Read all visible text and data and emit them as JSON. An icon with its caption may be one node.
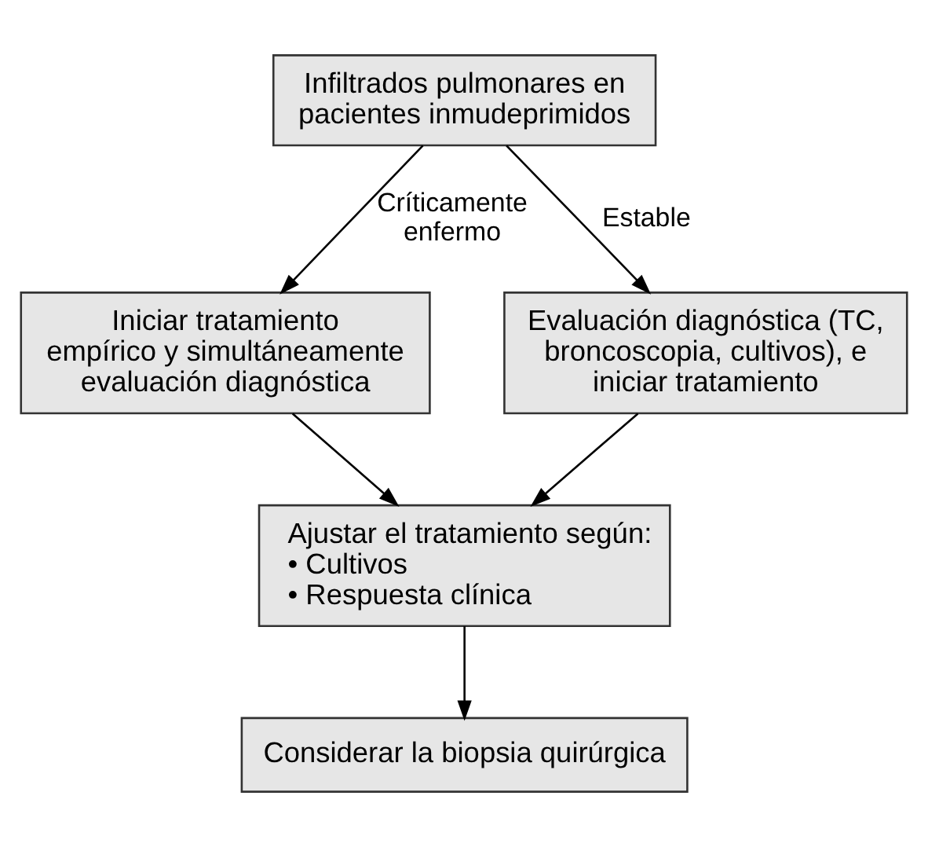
{
  "diagram": {
    "nodes": [
      {
        "text": [
          "Infiltrados pulmonares en pacientes inmudeprimidos"
        ]
      },
      {
        "text": [
          "Iniciar tratamiento empírico y simultáneamente evaluación diagnóstica"
        ]
      },
      {
        "text": [
          "Evaluación diagnóstica (TC, broncoscopia, cultivos), e iniciar tratamiento"
        ]
      },
      {
        "text": [
          "Ajustar el tratamiento según:",
          "• Cultivos",
          "• Respuesta clínica"
        ]
      },
      {
        "text": [
          "Considerar la biopsia quirúrgica"
        ]
      }
    ],
    "edges": [
      {
        "from": 0,
        "to": 1,
        "arrow": "to",
        "label": "Críticamente enfermo"
      },
      {
        "from": 0,
        "to": 2,
        "arrow": "to",
        "label": "Estable"
      },
      {
        "from": 1,
        "to": 3,
        "arrow": "to"
      },
      {
        "from": 2,
        "to": 3,
        "arrow": "to"
      },
      {
        "from": 3,
        "to": 4,
        "arrow": "to"
      }
    ]
  }
}
